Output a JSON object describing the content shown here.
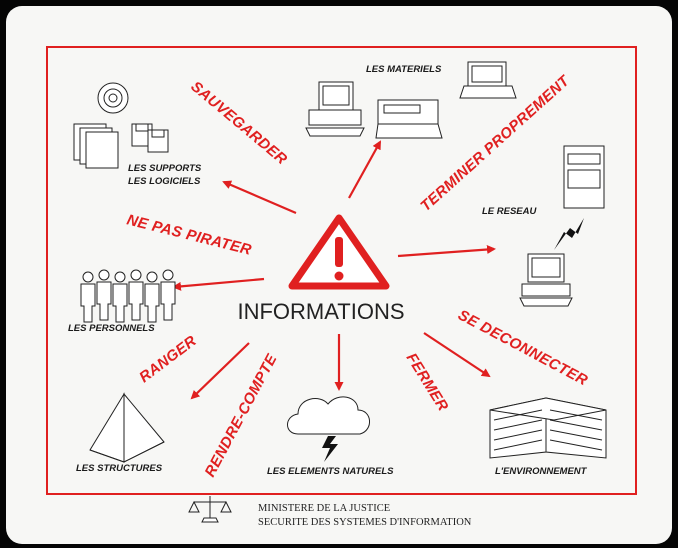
{
  "center": {
    "label": "INFORMATIONS"
  },
  "resources": {
    "materiels": "LES MATERIELS",
    "supports_line1": "LES SUPPORTS",
    "supports_line2": "LES LOGICIELS",
    "reseau": "LE RESEAU",
    "personnels": "LES PERSONNELS",
    "structures": "LES STRUCTURES",
    "elements": "LES ELEMENTS NATURELS",
    "environnement": "L'ENVIRONNEMENT"
  },
  "actions": {
    "sauvegarder": "SAUVEGARDER",
    "terminer": "TERMINER PROPREMENT",
    "pirater": "NE PAS PIRATER",
    "deconnecter": "SE DECONNECTER",
    "ranger": "RANGER",
    "rendre": "RENDRE-COMPTE",
    "fermer": "FERMER"
  },
  "footer": {
    "line1": "MINISTERE DE LA JUSTICE",
    "line2": "SECURITE DES SYSTEMES D'INFORMATION"
  },
  "colors": {
    "accent": "#e02020",
    "background": "#f7f7f5",
    "border": "#050505"
  }
}
